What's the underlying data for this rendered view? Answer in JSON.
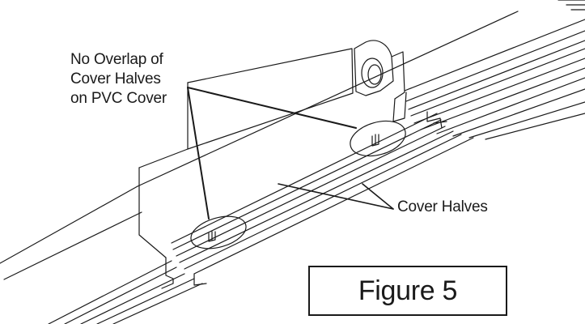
{
  "callouts": {
    "overlap_lines": [
      "No Overlap of",
      "Cover Halves",
      "on PVC Cover"
    ],
    "halves": "Cover Halves"
  },
  "figure_label": "Figure 5",
  "colors": {
    "line": "#1a1a1a",
    "background": "#ffffff"
  }
}
